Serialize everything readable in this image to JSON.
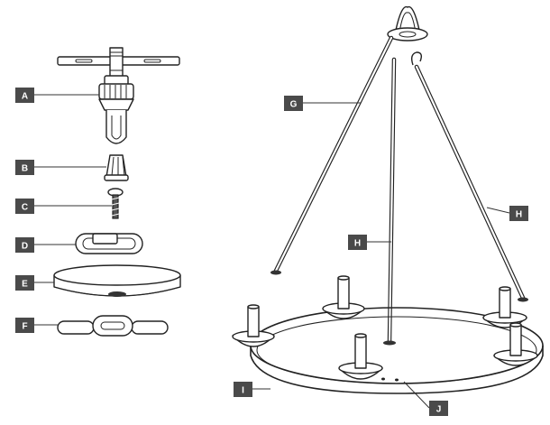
{
  "labels": {
    "A": "A",
    "B": "B",
    "C": "C",
    "D": "D",
    "E": "E",
    "F": "F",
    "G": "G",
    "H1": "H",
    "H2": "H",
    "I": "I",
    "J": "J"
  }
}
